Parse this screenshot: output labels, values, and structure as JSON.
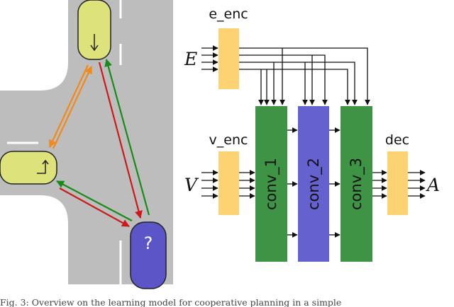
{
  "scene": {
    "unknown_vehicle_label": "?",
    "colors": {
      "road": "#bdbdbd",
      "yellow_car": "#dde27a",
      "blue_car": "#5b55c8",
      "orange_arrow": "#f08a1c",
      "red_arrow": "#cc1a1a",
      "green_arrow": "#1a8a1a"
    }
  },
  "network": {
    "e_enc_label": "e_enc",
    "v_enc_label": "v_enc",
    "dec_label": "dec",
    "conv_labels": [
      "conv_1",
      "conv_2",
      "conv_3"
    ],
    "input_e": "E",
    "input_v": "V",
    "output_a": "A",
    "colors": {
      "encoder": "#fdd272",
      "conv_green": "#3f9345",
      "conv_blue": "#6562d0"
    }
  },
  "caption": {
    "text": "Fig. 3:  Overview on the learning model for cooperative planning in a simple"
  }
}
